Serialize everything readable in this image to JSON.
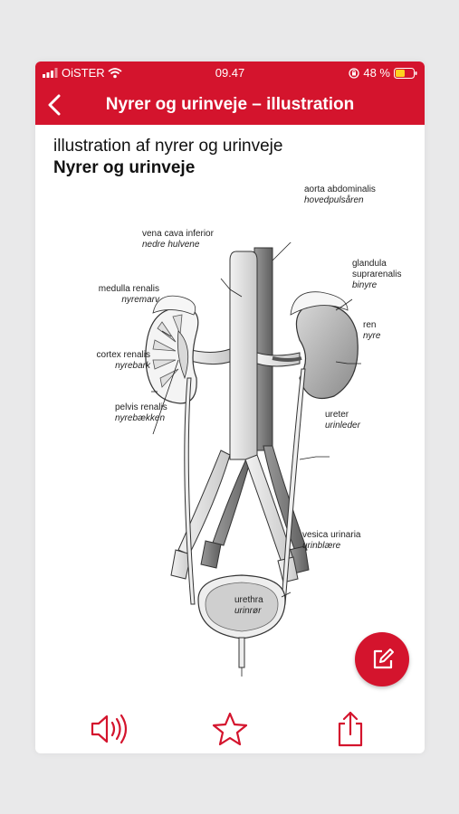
{
  "status": {
    "carrier": "OiSTER",
    "time": "09.47",
    "battery": "48 %"
  },
  "nav": {
    "title": "Nyrer og urinveje – illustration"
  },
  "page": {
    "subtitle": "illustration af nyrer og urinveje",
    "heading": "Nyrer og urinveje"
  },
  "labels": {
    "aorta": "aorta abdominalis",
    "aorta_dk": "hovedpulsåren",
    "vena": "vena cava inferior",
    "vena_dk": "nedre hulvene",
    "glandula1": "glandula",
    "glandula2": "suprarenalis",
    "glandula_dk": "binyre",
    "medulla": "medulla renalis",
    "medulla_dk": "nyremarv",
    "ren": "ren",
    "ren_dk": "nyre",
    "cortex": "cortex renalis",
    "cortex_dk": "nyrebark",
    "pelvis": "pelvis renalis",
    "pelvis_dk": "nyrebækken",
    "ureter": "ureter",
    "ureter_dk": "urinleder",
    "vesica": "vesica urinaria",
    "vesica_dk": "urinblære",
    "urethra": "urethra",
    "urethra_dk": "urinrør"
  },
  "icons": {
    "back": "chevron-left-icon",
    "edit": "pencil-square-icon",
    "audio": "speaker-icon",
    "favorite": "star-icon",
    "share": "share-icon"
  },
  "colors": {
    "accent": "#d4142d"
  }
}
